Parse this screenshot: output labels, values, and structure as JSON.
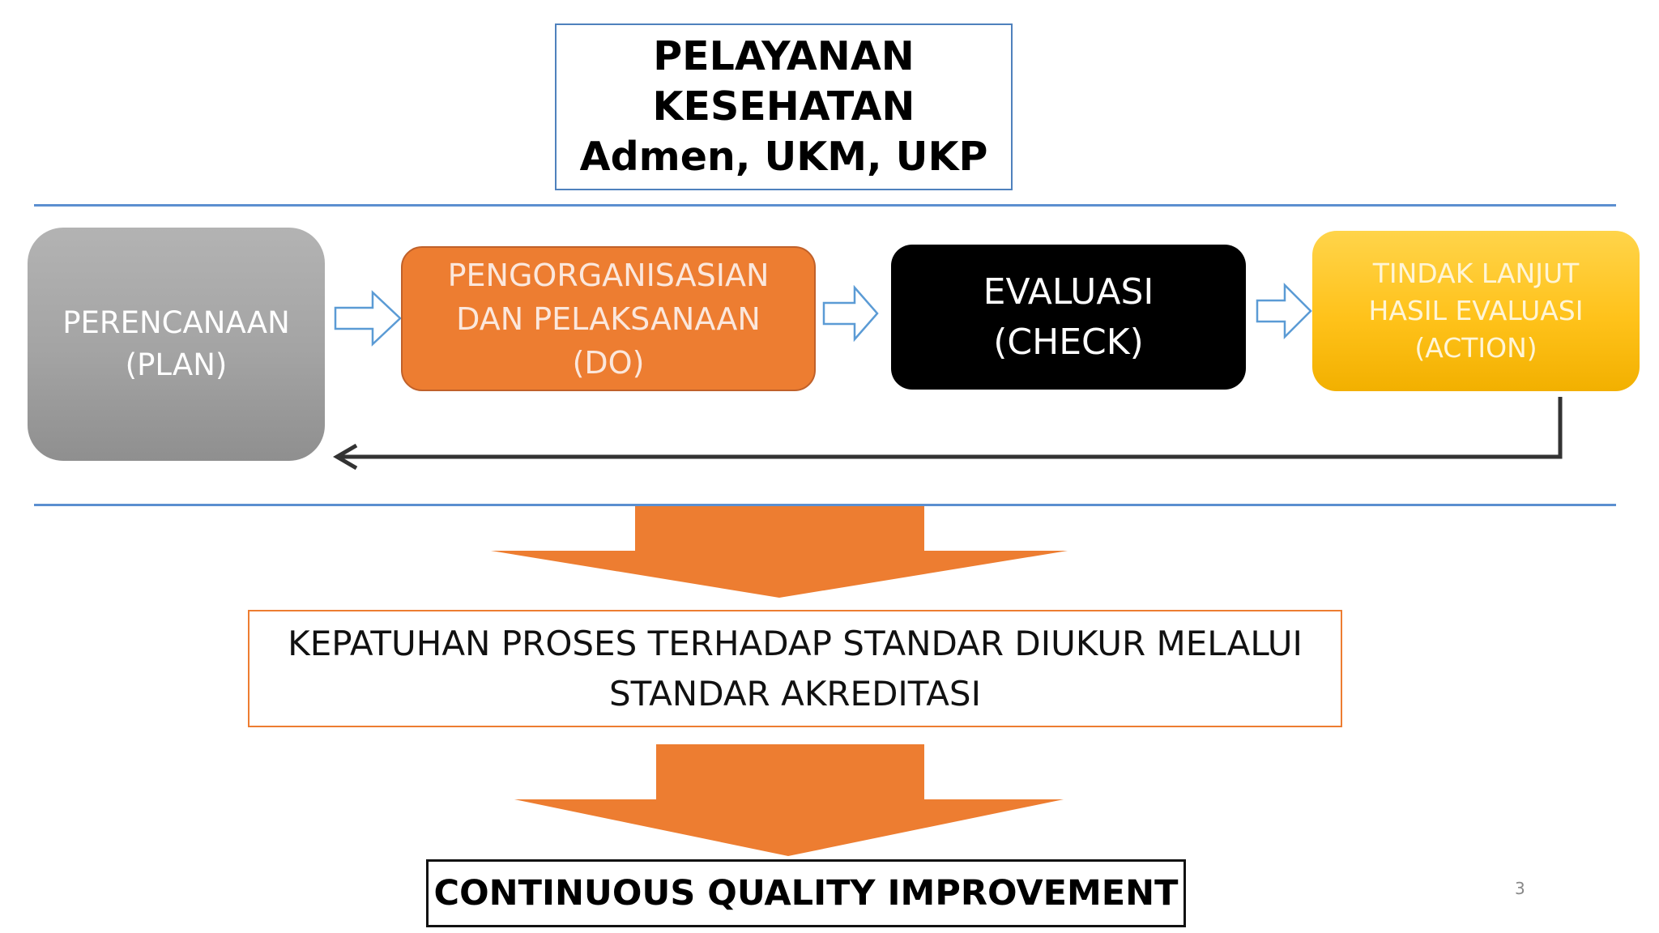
{
  "title": {
    "line1": "PELAYANAN",
    "line2": "KESEHATAN",
    "line3": "Admen, UKM, UKP"
  },
  "pdca": {
    "plan": {
      "line1": "PERENCANAAN",
      "line2": "(PLAN)"
    },
    "do": {
      "line1": "PENGORGANISASIAN",
      "line2": "DAN PELAKSANAAN",
      "line3": "(DO)"
    },
    "check": {
      "line1": "EVALUASI",
      "line2": "(CHECK)"
    },
    "action": {
      "line1": "TINDAK LANJUT",
      "line2": "HASIL EVALUASI",
      "line3": "(ACTION)"
    }
  },
  "compliance": {
    "line1": "KEPATUHAN PROSES TERHADAP STANDAR DIUKUR MELALUI",
    "line2": "STANDAR AKREDITASI"
  },
  "result": "CONTINUOUS QUALITY IMPROVEMENT",
  "slide_number": "3",
  "colors": {
    "rule": "#5b8fd0",
    "plan": "#a6a6a6",
    "do": "#ed7d31",
    "check": "#000000",
    "action": "#ffc000",
    "big_arrow": "#ed7d31",
    "outline_arrow": "#5b9bd5"
  },
  "icons": {
    "flow_arrow": "outline-right-arrow",
    "feedback": "return-arrow-left",
    "down": "block-down-arrow"
  }
}
